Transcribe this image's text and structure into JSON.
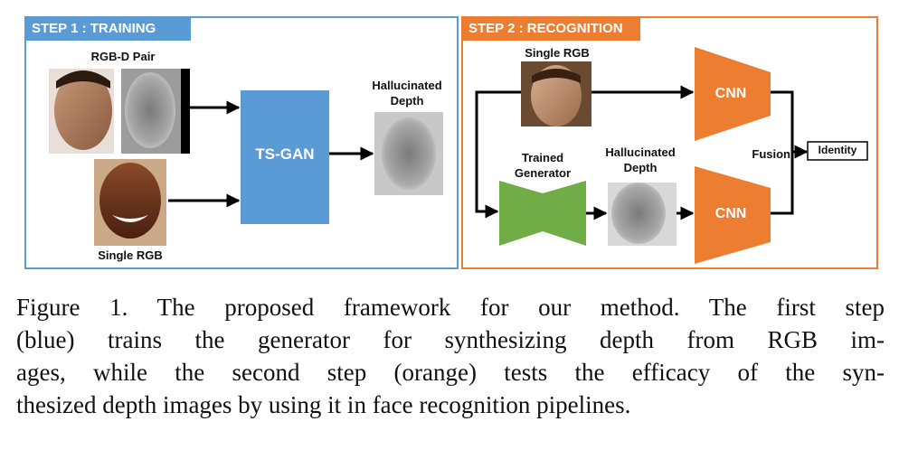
{
  "step1": {
    "title": "STEP 1 : TRAINING",
    "rgbd_pair_label": "RGB-D Pair",
    "single_rgb_label": "Single RGB",
    "tsgan_label": "TS-GAN",
    "hallucinated_depth_label": "Hallucinated Depth"
  },
  "step2": {
    "title": "STEP 2 : RECOGNITION",
    "single_rgb_label": "Single RGB",
    "trained_generator_label": "Trained Generator",
    "hallucinated_depth_label": "Hallucinated Depth",
    "cnn_top_label": "CNN",
    "cnn_bottom_label": "CNN",
    "fusion_label": "Fusion",
    "identity_label": "Identity"
  },
  "caption": {
    "line1": "Figure 1. The proposed framework for our method. The first step",
    "line2": "(blue) trains the generator for synthesizing depth from RGB im-",
    "line3": "ages, while the second step (orange) tests the efficacy of the syn-",
    "line4": "thesized depth images by using it in face recognition pipelines."
  },
  "colors": {
    "step1_accent": "#5b9bd5",
    "step2_accent": "#ed7d31",
    "generator": "#70ad47"
  }
}
